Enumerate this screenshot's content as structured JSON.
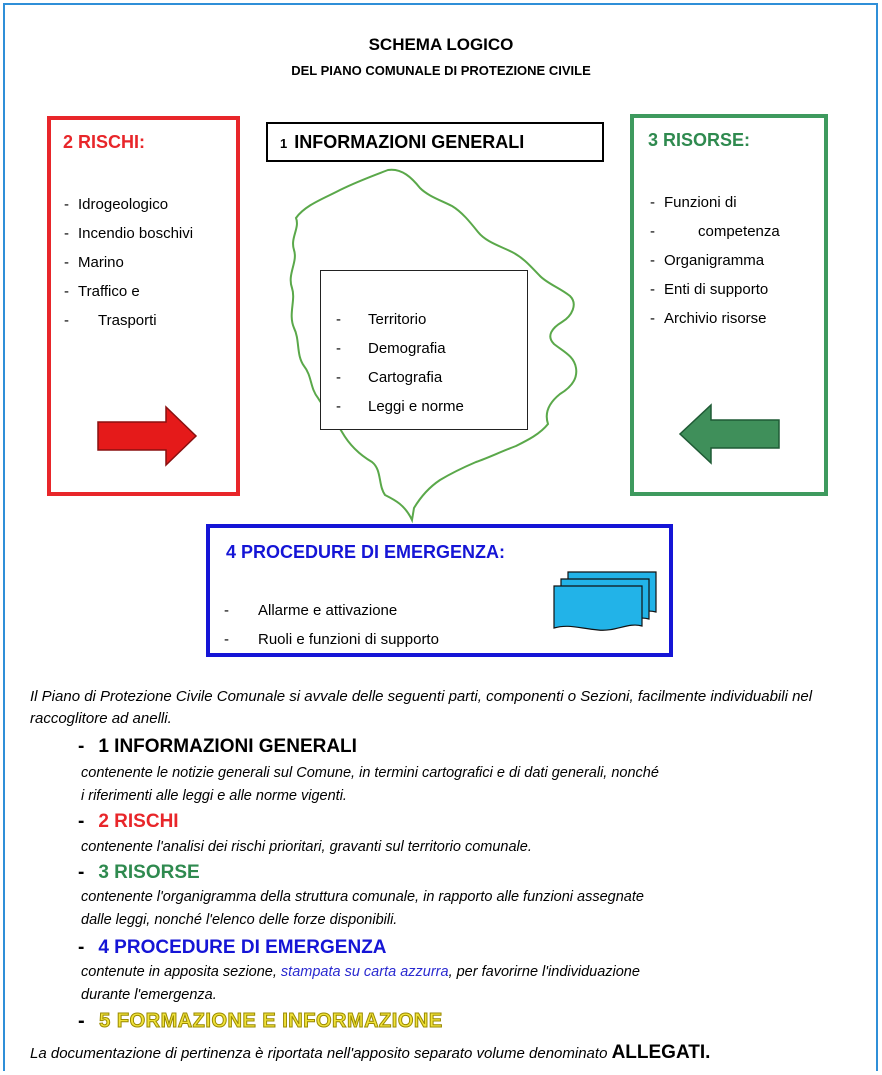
{
  "header": {
    "title": "SCHEMA LOGICO",
    "subtitle": "DEL PIANO COMUNALE DI PROTEZIONE CIVILE"
  },
  "diagram": {
    "info": {
      "number": "1",
      "title": "INFORMAZIONI GENERALI",
      "items": [
        "Territorio",
        "Demografia",
        "Cartografia",
        "Leggi e norme"
      ]
    },
    "rischi": {
      "title": "2 RISCHI:",
      "items": [
        "Idrogeologico",
        "Incendio boschivi",
        "Marino",
        "Traffico e",
        "Trasporti"
      ],
      "color": "#e8262a"
    },
    "risorse": {
      "title": "3 RISORSE:",
      "items": [
        "Funzioni di",
        "competenza",
        "Organigramma",
        "Enti di supporto",
        "Archivio risorse"
      ],
      "color": "#3e9a5e"
    },
    "procedure": {
      "title": "4 PROCEDURE DI EMERGENZA:",
      "items": [
        "Allarme e attivazione",
        "Ruoli e funzioni di supporto"
      ],
      "color": "#1515d6"
    }
  },
  "body": {
    "intro": "Il Piano di Protezione Civile Comunale si avvale delle seguenti parti, componenti o Sezioni, facilmente individuabili nel raccoglitore ad anelli.",
    "dash": "-",
    "sections": [
      {
        "title": "1 INFORMAZIONI GENERALI",
        "desc_1": "contenente le notizie generali sul Comune, in termini cartografici e di dati generali, nonché",
        "desc_2": "i riferimenti alle leggi e alle norme vigenti."
      },
      {
        "title": "2 RISCHI",
        "desc_1": "contenente l'analisi dei rischi prioritari, gravanti sul territorio comunale."
      },
      {
        "title": "3 RISORSE",
        "desc_1": "contenente l'organigramma della struttura comunale, in rapporto alle funzioni assegnate",
        "desc_2": "dalle leggi, nonché l'elenco delle forze disponibili."
      },
      {
        "title": "4 PROCEDURE DI EMERGENZA",
        "desc_pre": "contenute in apposita sezione, ",
        "desc_link": "stampata su carta azzurra",
        "desc_post": ", per favorirne l'individuazione",
        "desc_2": "durante l'emergenza."
      },
      {
        "title": "5 FORMAZIONE E INFORMAZIONE"
      }
    ],
    "footer_pre": "La documentazione di pertinenza è riportata nell'apposito separato volume denominato ",
    "footer_bold": "ALLEGATI."
  }
}
